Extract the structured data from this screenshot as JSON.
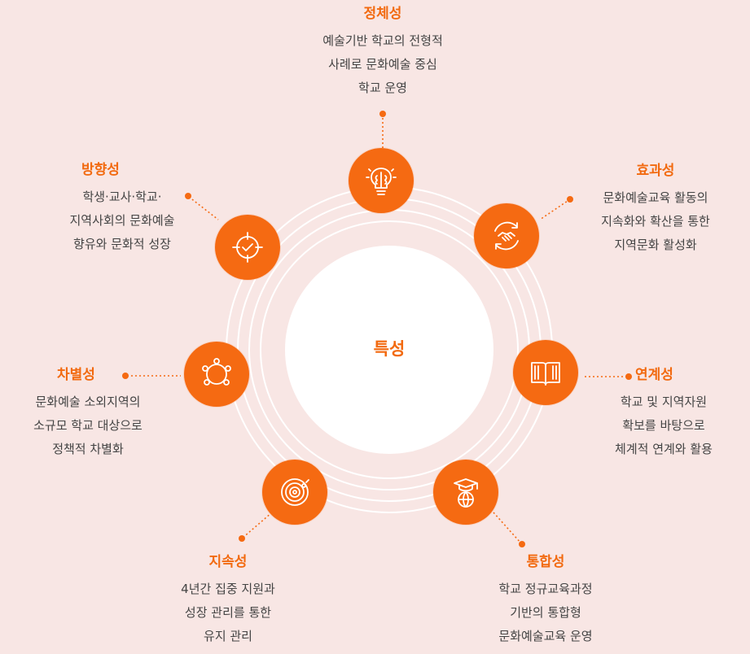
{
  "center": {
    "label": "특성"
  },
  "items": [
    {
      "title": "정체성",
      "lines": [
        "예술기반 학교의 전형적",
        "사례로 문화예술 중심",
        "학교 운영"
      ],
      "icon": "brain-bulb-icon"
    },
    {
      "title": "효과성",
      "lines": [
        "문화예술교육 활동의",
        "지속화와 확산을 통한",
        "지역문화 활성화"
      ],
      "icon": "handshake-cycle-icon"
    },
    {
      "title": "연계성",
      "lines": [
        "학교 및 지역자원",
        "확보를 바탕으로",
        "체계적 연계와 활용"
      ],
      "icon": "open-book-icon"
    },
    {
      "title": "통합성",
      "lines": [
        "학교 정규교육과정",
        "기반의 통합형",
        "문화예술교육 운영"
      ],
      "icon": "graduation-globe-icon"
    },
    {
      "title": "지속성",
      "lines": [
        "4년간 집중 지원과",
        "성장 관리를 통한",
        "유지 관리"
      ],
      "icon": "target-cycle-icon"
    },
    {
      "title": "차별성",
      "lines": [
        "문화예술 소외지역의",
        "소규모 학교 대상으로",
        "정책적 차별화"
      ],
      "icon": "people-circle-icon"
    },
    {
      "title": "방향성",
      "lines": [
        "학생·교사·학교·",
        "지역사회의 문화예술",
        "향유와 문화적 성장"
      ],
      "icon": "crosshair-target-icon"
    }
  ],
  "colors": {
    "accent": "#f56a12",
    "background": "#f8e6e4",
    "text": "#444444"
  }
}
